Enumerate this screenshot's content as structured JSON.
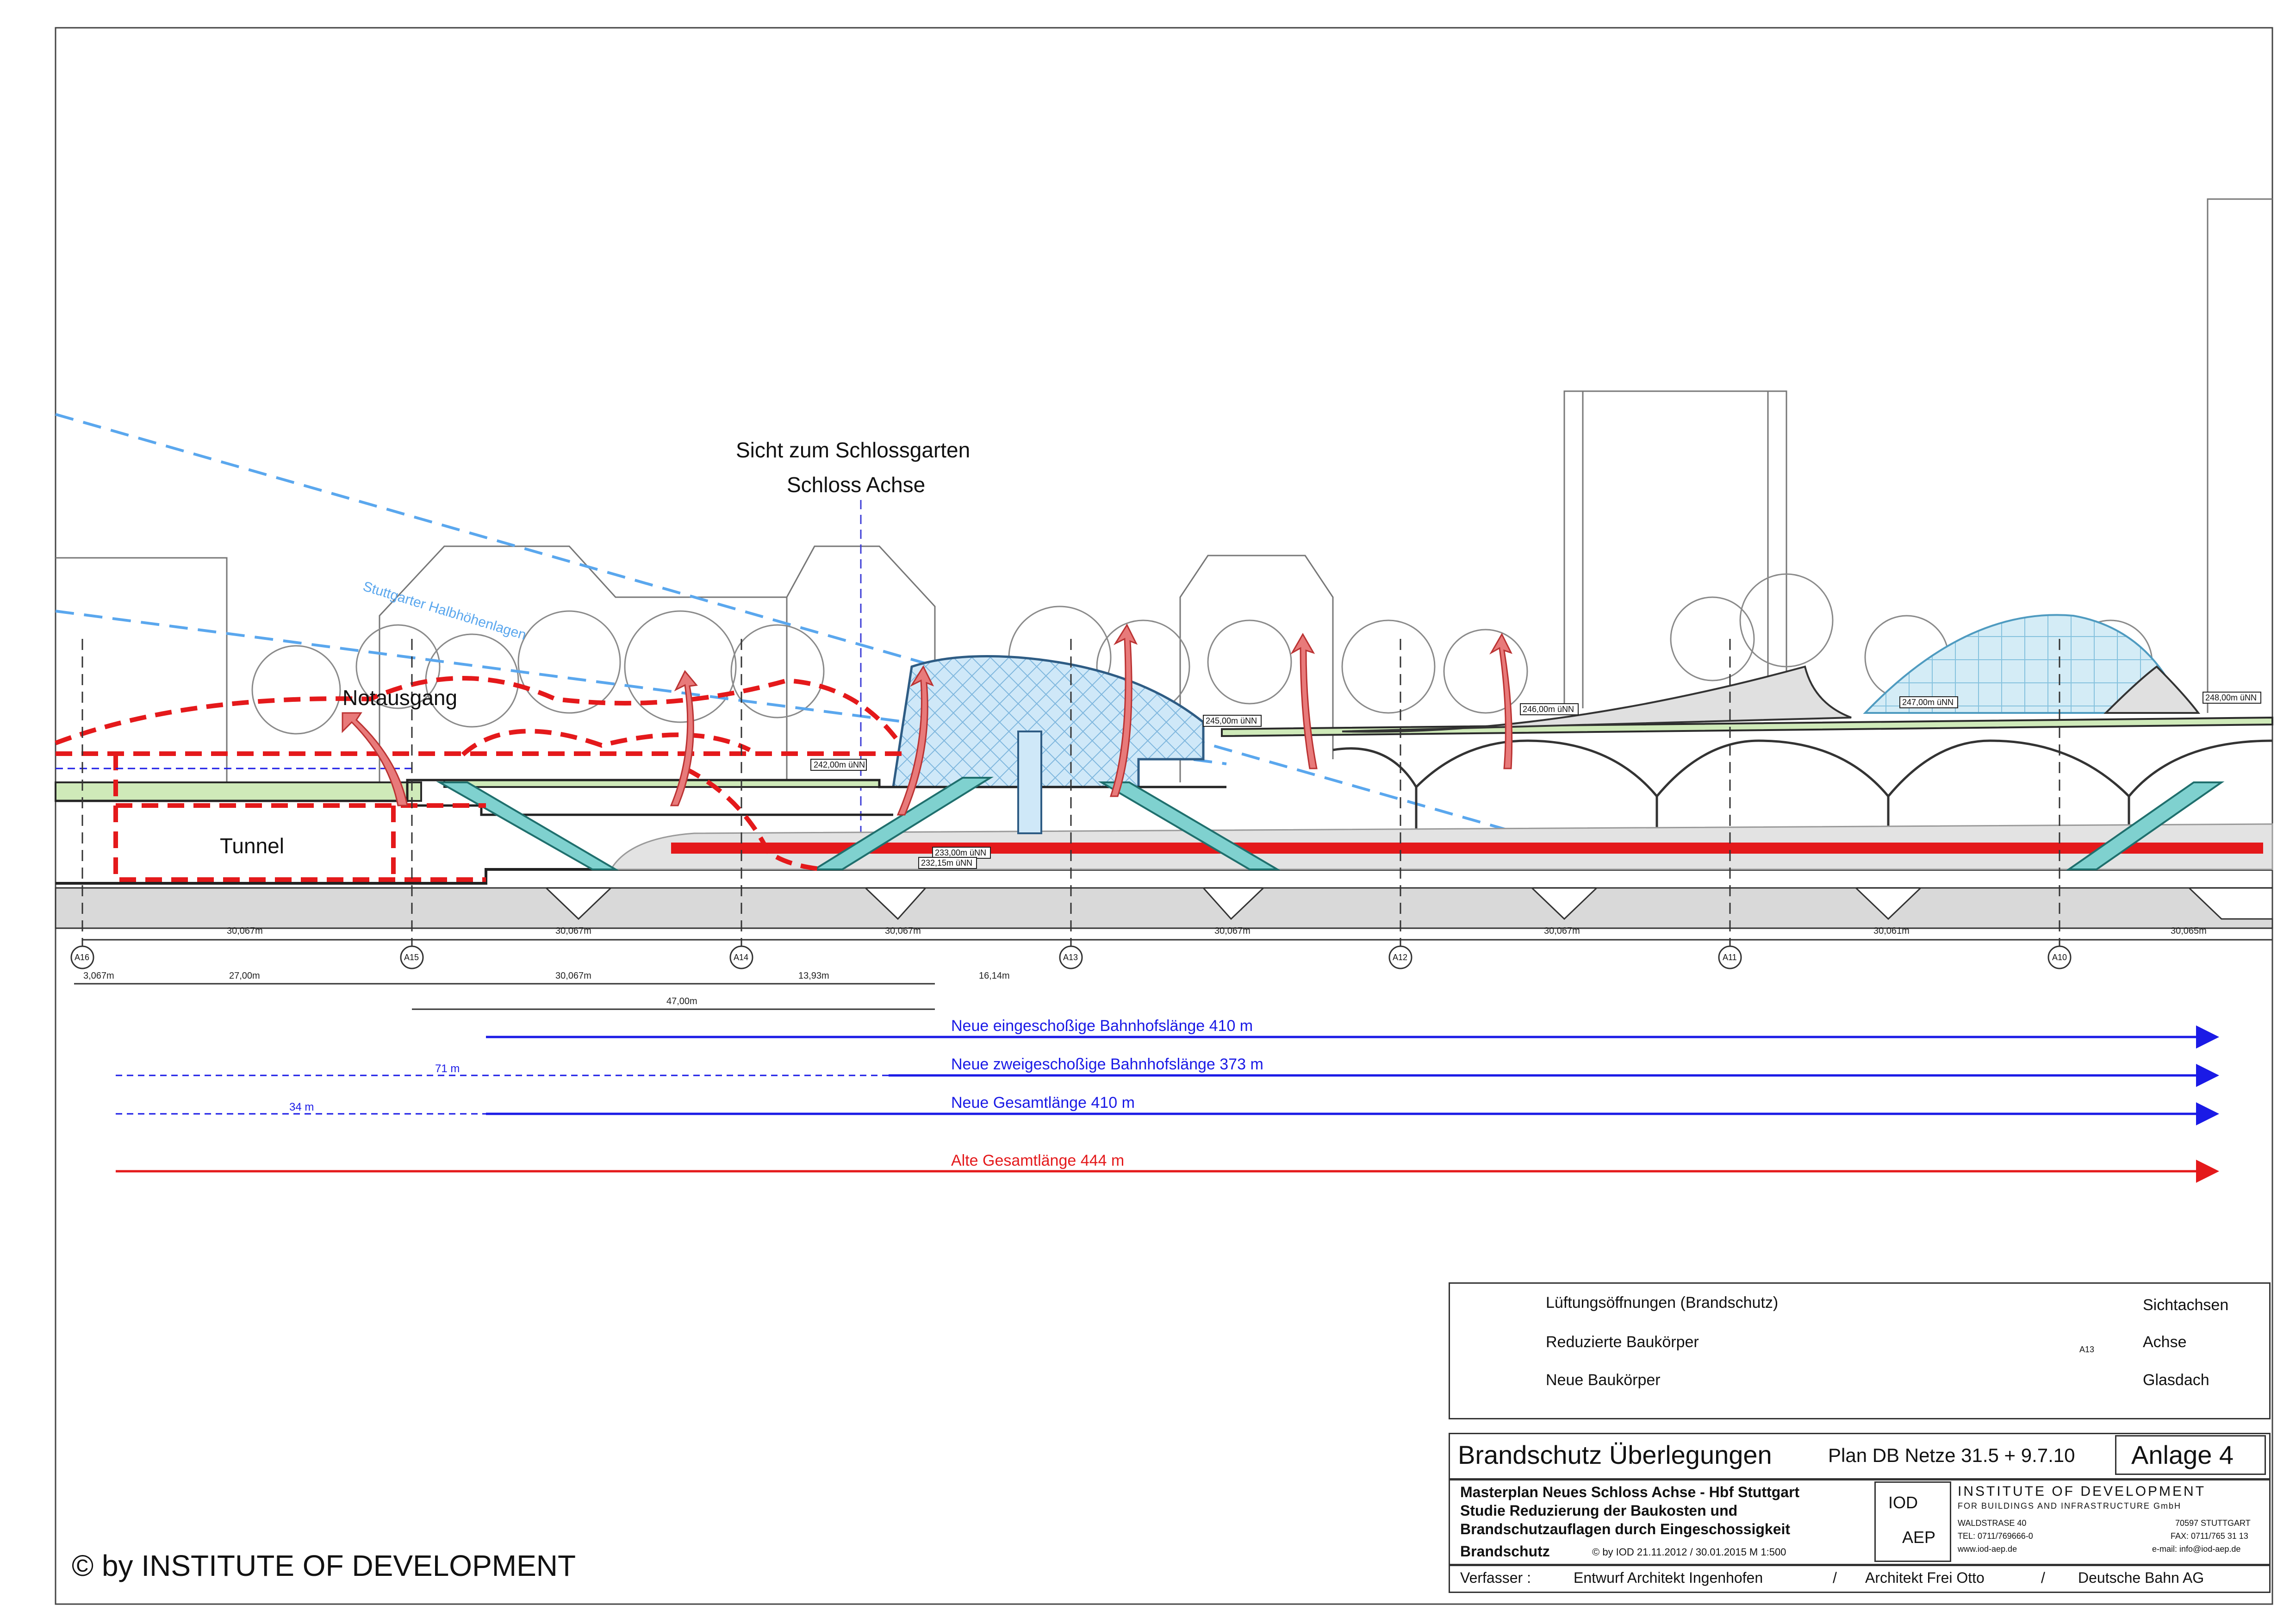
{
  "texts": {
    "sicht": "Sicht zum Schlossgarten",
    "schlossachse": "Schloss Achse",
    "halbhoehen": "Stuttgarter Halbhöhenlagen",
    "notausgang": "Notausgang",
    "tunnel": "Tunnel",
    "copyright": "© by INSTITUTE OF DEVELOPMENT"
  },
  "levels": {
    "l1": "242,00m üNN",
    "l2": "245,00m üNN",
    "l3": "246,00m üNN",
    "l4": "247,00m üNN",
    "l5": "248,00m üNN",
    "l6": "233,00m üNN",
    "l7": "232,15m üNN"
  },
  "axes": {
    "labels": [
      "A16",
      "A15",
      "A14",
      "A13",
      "A12",
      "A11",
      "A10"
    ],
    "spacings": [
      "30,067m",
      "30,067m",
      "30,067m",
      "30,067m",
      "30,067m",
      "30,061m",
      "30,065m"
    ]
  },
  "dims": {
    "d1": "3,067m",
    "d2": "27,00m",
    "d3": "30,067m",
    "d4": "13,93m",
    "d5": "16,14m",
    "d6": "47,00m",
    "d7": "71 m",
    "d8": "34 m"
  },
  "lengths": {
    "neu_eingeschossig": "Neue eingeschoßige Bahnhofslänge  410 m",
    "neu_zweigeschossig": "Neue zweigeschoßige Bahnhofslänge  373 m",
    "neu_gesamt": "Neue Gesamtlänge  410 m",
    "alt_gesamt": "Alte Gesamtlänge  444 m"
  },
  "legend": {
    "lueftung": "Lüftungsöffnungen  (Brandschutz)",
    "reduziert": "Reduzierte Baukörper",
    "neu": "Neue Baukörper",
    "sichtachsen": "Sichtachsen",
    "achse": "Achse",
    "achse_symbol": "A13",
    "glasdach": "Glasdach"
  },
  "titleblock": {
    "title": "Brandschutz Überlegungen",
    "plan": "Plan DB Netze 31.5 + 9.7.10",
    "anlage": "Anlage 4",
    "desc1": "Masterplan Neues Schloss Achse - Hbf Stuttgart",
    "desc2": "Studie Reduzierung der Baukosten und",
    "desc3": "Brandschutzauflagen durch Eingeschossigkeit",
    "desc4": "Brandschutz",
    "meta": "© by IOD    21.11.2012 / 30.01.2015     M 1:500",
    "logo_iod": "IOD",
    "logo_aep": "AEP",
    "inst": "INSTITUTE  OF  DEVELOPMENT",
    "inst_sub": "FOR BUILDINGS  AND  INFRASTRUCTURE GmbH",
    "street": "WALDSTRASE 40",
    "city": "70597 STUTTGART",
    "tel": "TEL: 0711/769666-0",
    "fax": "FAX: 0711/765 31 13",
    "web": "www.iod-aep.de",
    "mail": "e-mail: info@iod-aep.de",
    "verfasser": "Verfasser :",
    "v1": "Entwurf  Architekt  Ingenhofen",
    "sep": "/",
    "v2": "Architekt  Frei Otto",
    "v3": "Deutsche  Bahn  AG"
  },
  "colors": {
    "red": "#e4191b",
    "blue": "#1a1ae6",
    "lightblue": "#5aa7ee",
    "glass": "#bfe0f5",
    "teal": "#5fc6c4",
    "green": "#bfe3a8"
  }
}
